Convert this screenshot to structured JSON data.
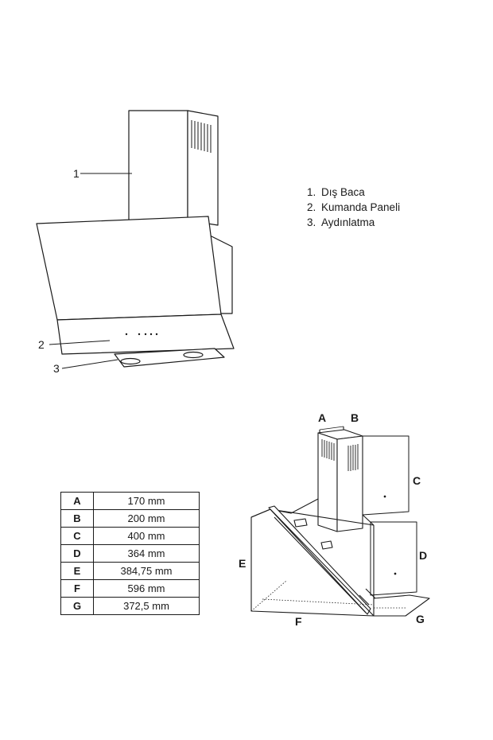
{
  "callouts": {
    "one": "1",
    "two": "2",
    "three": "3"
  },
  "legend": [
    {
      "num": "1.",
      "text": "Dış Baca"
    },
    {
      "num": "2.",
      "text": "Kumanda Paneli"
    },
    {
      "num": "3.",
      "text": "Aydınlatma"
    }
  ],
  "dimensions": [
    {
      "key": "A",
      "value": "170 mm"
    },
    {
      "key": "B",
      "value": "200 mm"
    },
    {
      "key": "C",
      "value": "400 mm"
    },
    {
      "key": "D",
      "value": "364 mm"
    },
    {
      "key": "E",
      "value": "384,75 mm"
    },
    {
      "key": "F",
      "value": "596 mm"
    },
    {
      "key": "G",
      "value": "372,5 mm"
    }
  ],
  "dim_labels": {
    "A": "A",
    "B": "B",
    "C": "C",
    "D": "D",
    "E": "E",
    "F": "F",
    "G": "G"
  }
}
